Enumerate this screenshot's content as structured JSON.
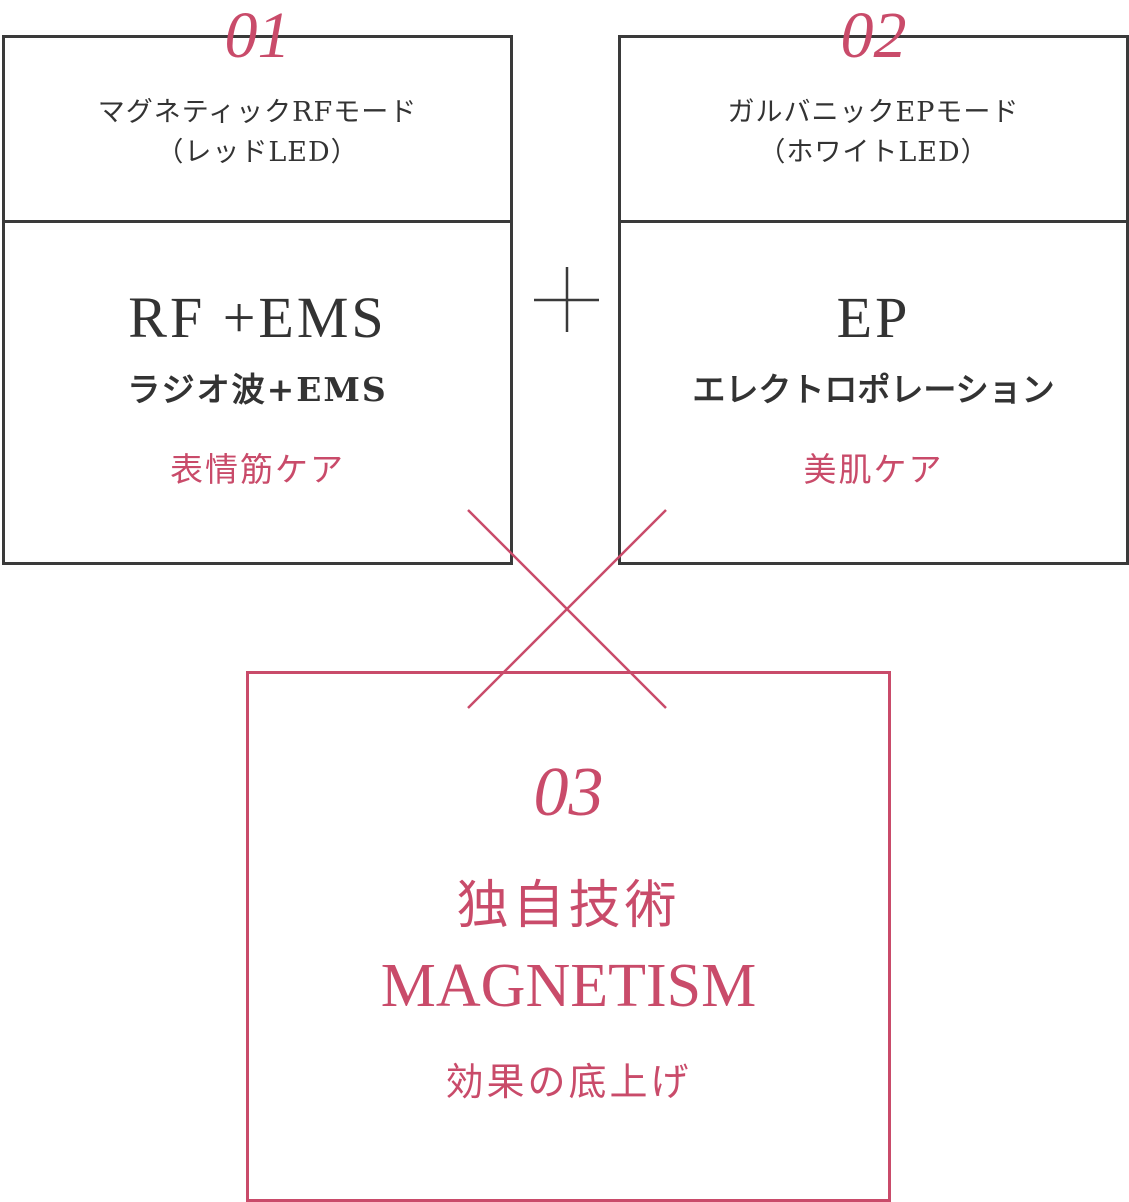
{
  "colors": {
    "accent": "#c94b6a",
    "text": "#333333",
    "border": "#3a3a3a"
  },
  "modes": [
    {
      "number": "01",
      "header_line1": "マグネティックRFモード",
      "header_line2": "（レッドLED）",
      "main": "RF +EMS",
      "sub": "ラジオ波+EMS",
      "care": "表情筋ケア"
    },
    {
      "number": "02",
      "header_line1": "ガルバニックEPモード",
      "header_line2": "（ホワイトLED）",
      "main": "EP",
      "sub": "エレクトロポレーション",
      "care": "美肌ケア"
    }
  ],
  "combine_symbol": "plus-icon",
  "merge_symbol": "cross-icon",
  "result": {
    "number": "03",
    "title": "独自技術",
    "brand": "MAGNETISM",
    "tagline": "効果の底上げ"
  }
}
